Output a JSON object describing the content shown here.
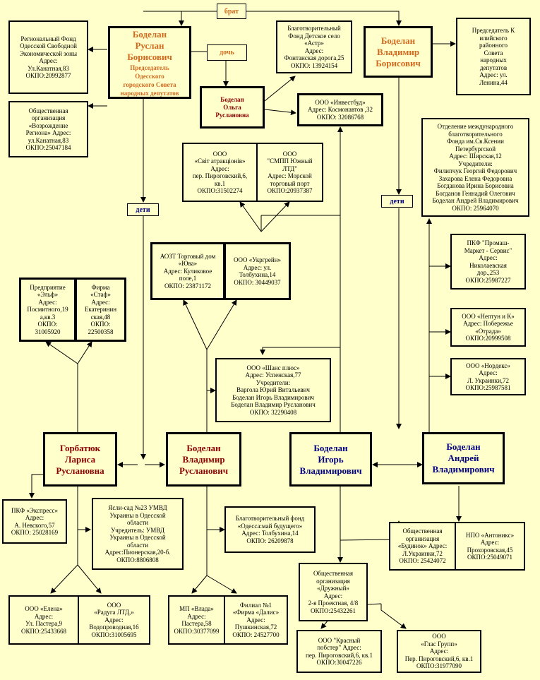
{
  "relations": {
    "brother": "брат",
    "daughter": "дочь",
    "children_left": "дети",
    "children_right": "дети"
  },
  "people": {
    "ruslan": {
      "name": [
        "Боделан",
        "Руслан",
        "Борисович"
      ],
      "title": [
        "Председатель",
        "Одесского",
        "городского Совета",
        "народных депутатов"
      ]
    },
    "vladimir_b": {
      "name": [
        "Боделан",
        "Владимир",
        "Борисович"
      ]
    },
    "olga": {
      "name": [
        "Боделан",
        "Ольга",
        "Руслановна"
      ]
    },
    "larisa": {
      "name": [
        "Горбатюк",
        "Лариса",
        "Руслановна"
      ]
    },
    "vladimir_r": {
      "name": [
        "Боделан",
        "Владимир",
        "Русланович"
      ]
    },
    "igor": {
      "name": [
        "Боделан",
        "Игорь",
        "Владимирович"
      ]
    },
    "andrey": {
      "name": [
        "Боделан",
        "Андрей",
        "Владимирович"
      ]
    }
  },
  "orgs": {
    "fund_odessa": [
      "Региональный Фонд",
      "Одесской Свободной",
      "Экономической зоны",
      "Адрес:",
      "Ул.Канатная,83",
      "ОКПО:20992877"
    ],
    "vozrozhdenie": [
      "Общественная",
      "организация",
      "«Возрождение",
      "Региона» Адрес:",
      "ул.Канатная,83",
      "ОКПО:25047184"
    ],
    "astr": [
      "Благотворительный",
      "Фонд Детское село",
      "«Астр»",
      "Адрес:",
      "Фонтанская дорога,25",
      "ОКПО: 13924154"
    ],
    "kiliya": [
      "Председатель К",
      "илийского",
      "районного",
      "Совета",
      "народных",
      "депутатов",
      "Адрес: ул.",
      "Ленина,44"
    ],
    "investbud": [
      "ООО «Инвестбуд»",
      "Адрес: Космонавтов ,32",
      "ОКПО: 32086768"
    ],
    "svit": [
      "ООО",
      "«Світ атракціонів»",
      "Адрес:",
      "пер. Пироговский,6,",
      "кв.1",
      "ОКПО:31502274"
    ],
    "smpp": [
      "ООО",
      "\"СМПП Южный",
      "ЛТД\"",
      "Адрес: Морской",
      "торговый порт",
      "ОКПО:20937387"
    ],
    "saint_xenia": [
      "Отделение международного",
      "благотворительного",
      "Фонда им.Св.Ксении",
      "Петербургской",
      "Адрес: Ширская,12",
      "Учредители:",
      "Филипчук Георгий Федорович",
      "Захарова Елена Федоровна",
      "Богданова Ирина Борисовна",
      "Богданов Геннадий Олегович",
      "Боделан Андрей Владимирович",
      "ОКПО: 25964070"
    ],
    "aozt_yuva": [
      "АОЗТ Торговый дом",
      "«Юва»",
      "Адрес: Куликовое",
      "поле,1",
      "ОКПО: 23871172"
    ],
    "ukrgrein": [
      "ООО «Укргрейн»",
      "Адрес: ул.",
      "Толбухина,14",
      "ОКПО: 30449037"
    ],
    "promash": [
      "ПКФ \"Промаш-",
      "Маркет - Сервис\"",
      "Адрес:",
      "Николаевская",
      "дор.,253",
      "ОКПО:25987227"
    ],
    "elf": [
      "Предприятие",
      "«Эльф»",
      "Адрес:",
      "Посмитного,19",
      "а,кв.3",
      "ОКПО:",
      "31005920"
    ],
    "staf": [
      "Фирма",
      "«Стаф»",
      "Адрес:",
      "Екатеринин",
      "ская,48",
      "ОКПО:",
      "22500358"
    ],
    "neptun": [
      "ООО «Нептун и К»",
      "Адрес: Побережье",
      "«Отрада»",
      "ОКПО:20999508"
    ],
    "shans": [
      "ООО «Шанс плюс»",
      "Адрес: Успенская,77",
      "Учредители:",
      "Варгола Юрий Витальевич",
      "Боделан Игорь Владимирович",
      "Боделан Владимир Русланович",
      "ОКПО: 32290408"
    ],
    "nordeks": [
      "ООО «Нордекс»",
      "Адрес:",
      "Л. Украинки,72",
      "ОКПО:25987581"
    ],
    "express": [
      "ПКФ «Экспресс»",
      "Адрес:",
      "А. Невского,57",
      "ОКПО: 25028169"
    ],
    "yasli": [
      "Ясли-сад №23 УМВД",
      "Украины в Одесской",
      "области",
      "Учредитель: УМВД",
      "Украины в Одесской",
      "области",
      "Адрес:Пионерская,20-б.",
      "ОКПО:8806808"
    ],
    "odessa_fund": [
      "Благотворительный фонд",
      "«Одесса:май будущего»",
      "Адрес: Толбухина,14",
      "ОКПО: 26209878"
    ],
    "budinok": [
      "Общественная",
      "организация",
      "«Будинок» Адрес:",
      "Л.Украинки,72",
      "ОКПО: 25424072",
      ""
    ],
    "antoniks": [
      "НПО «Антоникс»",
      "Адрес:",
      "Прохоровская,45",
      "ОКПО:25049071"
    ],
    "druzhnaya": [
      "Общественная",
      "организация",
      "«Дружный»",
      "Адрес:",
      "2-я Проектная, 4/8",
      "ОКПО:25432261"
    ],
    "elena": [
      "ООО «Елена»",
      "Адрес:",
      "Ул. Пастера,9",
      "ОКПО:25433668"
    ],
    "raduga": [
      "ООО",
      "«Радуга ЛТД,»",
      "Адрес:",
      "Водопроводная,16",
      "ОКПО:31005695"
    ],
    "vlada": [
      "МП «Влада»",
      "Адрес:",
      "Пастера,58",
      "ОКПО:30377099"
    ],
    "dalis": [
      "Филиал №1",
      "«Фирма «Далис»",
      "Адрес:",
      "Пушкинская,72",
      "ОКПО: 24527700"
    ],
    "krasny": [
      "ООО \"Красный",
      "побстер\" Адрес:",
      "пер. Пироговский,6, кв.1",
      "ОКПО:30047226"
    ],
    "glas": [
      "ООО",
      "«Глас Групп»",
      "Адрес:",
      "Пер. Пироговский,6, кв.1",
      "ОКПО:31977090"
    ]
  }
}
